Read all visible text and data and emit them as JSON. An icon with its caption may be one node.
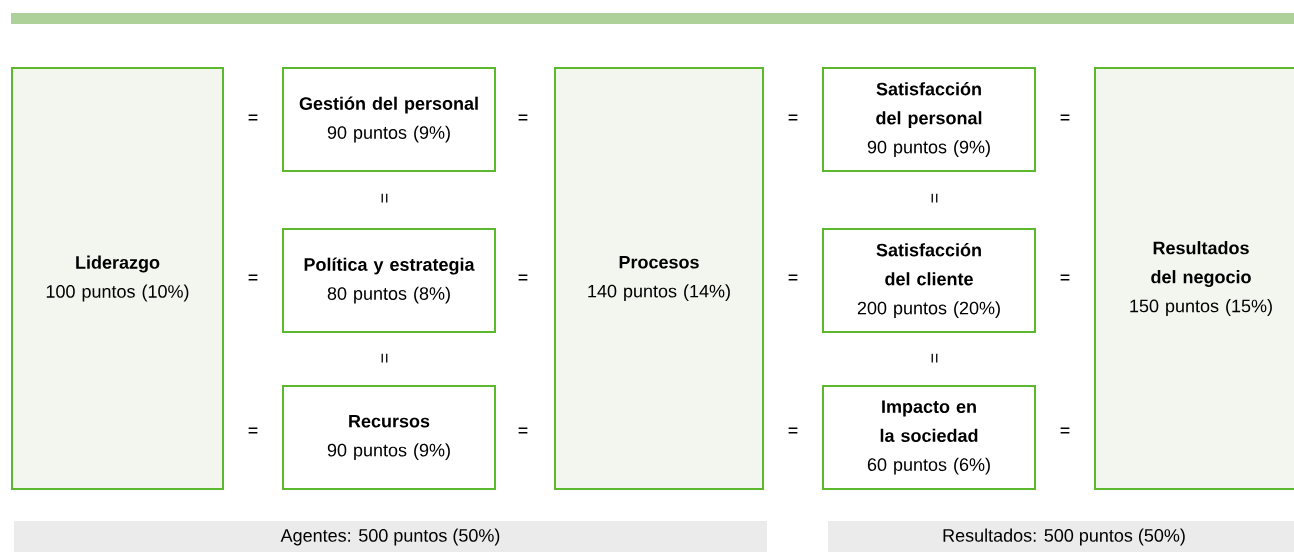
{
  "diagram": {
    "nodes": [
      {
        "text": [
          "Liderazgo",
          "100 puntos (10%)"
        ]
      },
      {
        "text": [
          "Gestión del personal",
          "90 puntos (9%)"
        ]
      },
      {
        "text": [
          "Política y estrategia",
          "80 puntos (8%)"
        ]
      },
      {
        "text": [
          "Recursos",
          "90 puntos (9%)"
        ]
      },
      {
        "text": [
          "Procesos",
          "140 puntos (14%)"
        ]
      },
      {
        "text": [
          "Satisfacción del personal",
          "90 puntos (9%)"
        ]
      },
      {
        "text": [
          "Satisfacción del cliente",
          "200 puntos (20%)"
        ]
      },
      {
        "text": [
          "Impacto en la sociedad",
          "60 puntos (6%)"
        ]
      },
      {
        "text": [
          "Resultados del negocio",
          "150 puntos (15%)"
        ]
      },
      {
        "text": [
          "Agentes: 500 puntos (50%)"
        ]
      },
      {
        "text": [
          "Resultados: 500 puntos (50%)"
        ]
      }
    ],
    "labels": [
      "=",
      "=",
      "=",
      "=",
      "=",
      "=",
      "=",
      "=",
      "=",
      "=",
      "=",
      "=",
      "=",
      "=",
      "=",
      "="
    ]
  }
}
